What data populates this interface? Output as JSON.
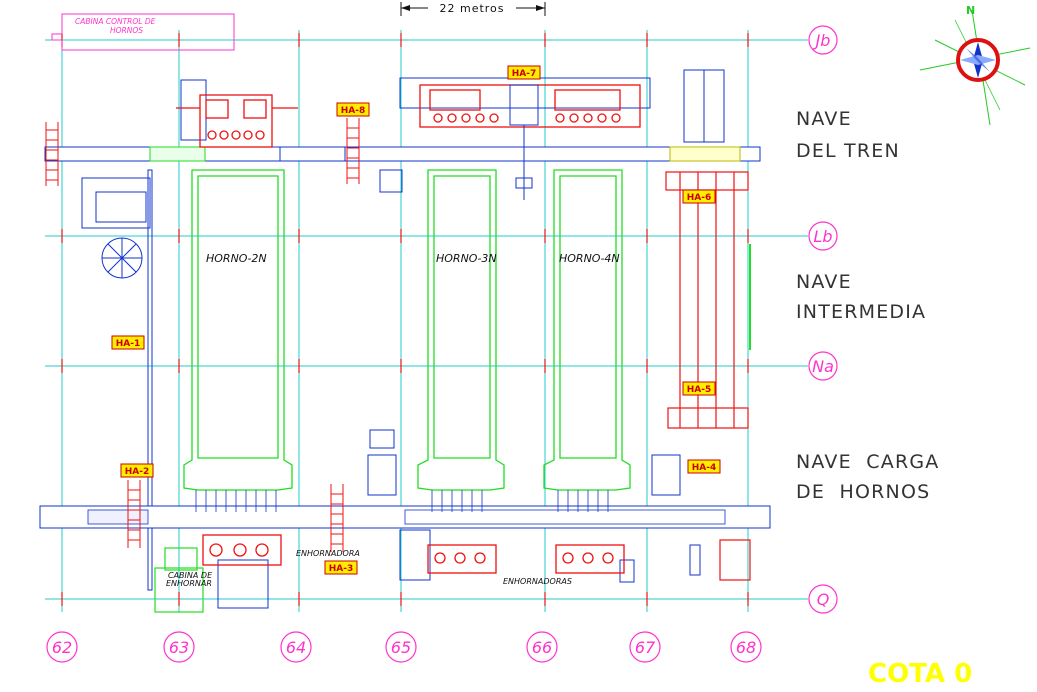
{
  "drawing": {
    "scale_label": "22 metros",
    "cota_label": "COTA 0",
    "compass_letter": "N",
    "cabina_control": [
      "CABINA CONTROL DE",
      "HORNOS"
    ],
    "cabina_enhornar": [
      "CABINA DE",
      "ENHORNAR"
    ],
    "enhornadora_label": "ENHORNADORA",
    "enhornadoras_label": "ENHORNADORAS",
    "hornos": [
      "HORNO-2N",
      "HORNO-3N",
      "HORNO-4N"
    ],
    "naves": [
      [
        "NAVE",
        "DEL TREN"
      ],
      [
        "NAVE",
        "INTERMEDIA"
      ],
      [
        "NAVE  CARGA",
        "DE  HORNOS"
      ]
    ],
    "row_axes": [
      "Jb",
      "Lb",
      "Na",
      "Q"
    ],
    "column_axes": [
      "62",
      "63",
      "64",
      "65",
      "66",
      "67",
      "68"
    ],
    "tags": [
      "HA-1",
      "HA-2",
      "HA-3",
      "HA-4",
      "HA-5",
      "HA-6",
      "HA-7",
      "HA-8"
    ]
  },
  "colors": {
    "axis": "#22cccc",
    "axis_label": "#ff33cc",
    "equipment_blue": "#1133cc",
    "crane_red": "#ee1111",
    "furnace_green": "#22dd22",
    "tag_fill": "#ffee00",
    "tag_text": "#cc0000",
    "cota": "#ffff00",
    "stair_red": "#ee1111"
  }
}
